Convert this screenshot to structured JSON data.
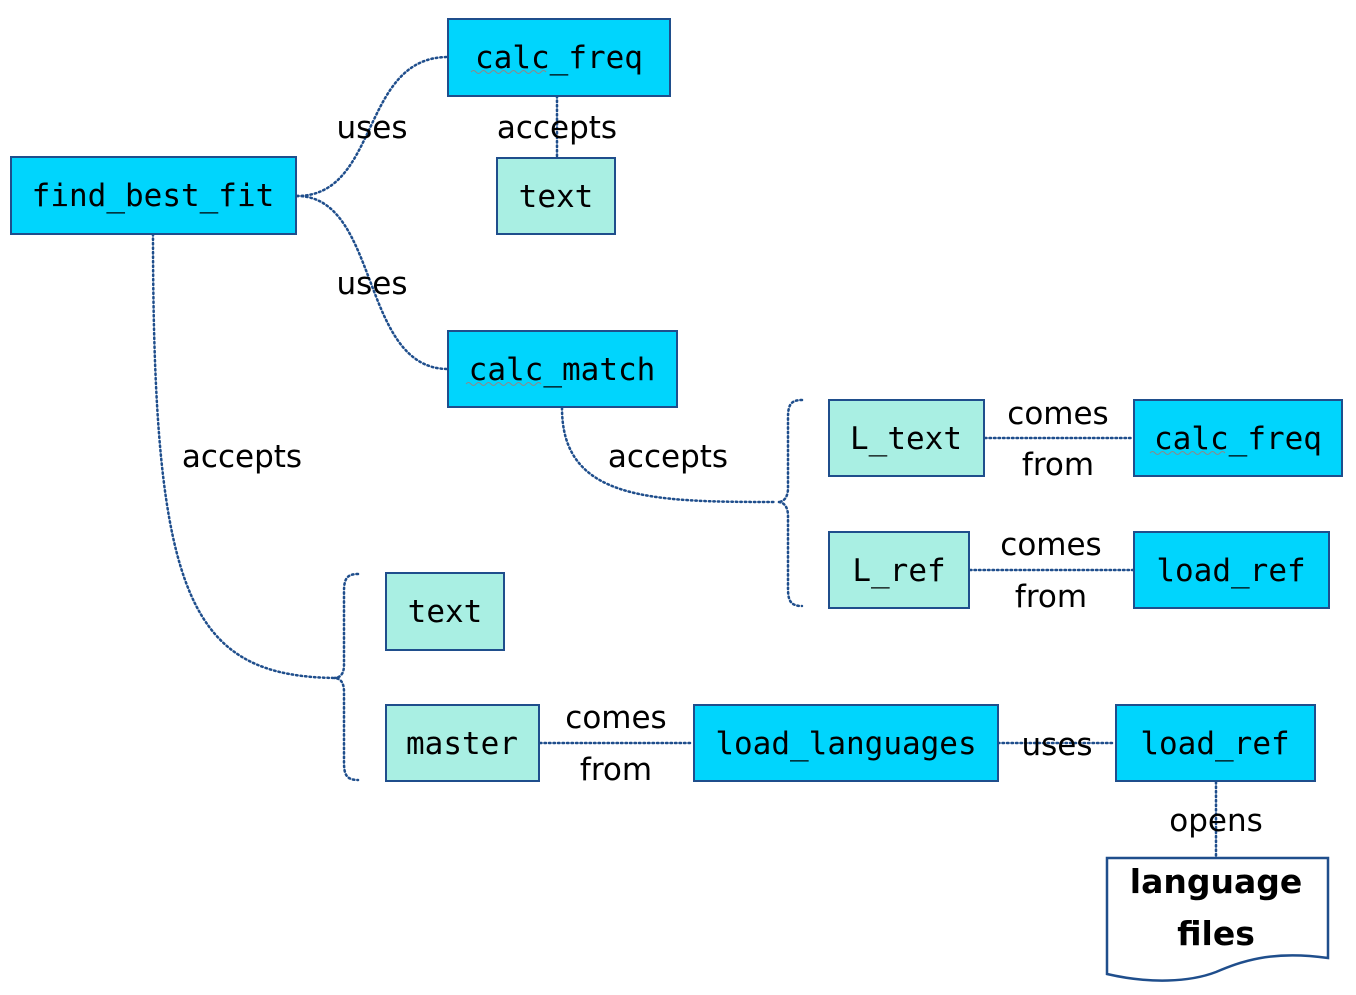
{
  "nodes": {
    "find_best_fit": "find_best_fit",
    "calc_freq_top": "calc_freq",
    "text_top": "text",
    "calc_match": "calc_match",
    "L_text": "L_text",
    "calc_freq_right": "calc_freq",
    "L_ref": "L_ref",
    "load_ref_right": "load_ref",
    "text_mid": "text",
    "master": "master",
    "load_languages": "load_languages",
    "load_ref_bottom": "load_ref"
  },
  "document": {
    "line1": "language",
    "line2": "files"
  },
  "edge_labels": {
    "uses_calc_freq": "uses",
    "accepts_text": "accepts",
    "uses_calc_match": "uses",
    "accepts_find_best_fit": "accepts",
    "accepts_calc_match": "accepts",
    "comes_L_text": "comes",
    "from_L_text": "from",
    "comes_L_ref": "comes",
    "from_L_ref": "from",
    "comes_master": "comes",
    "from_master": "from",
    "uses_load_ref": "uses",
    "opens": "opens"
  },
  "colors": {
    "function_box": "#00d5fd",
    "argument_box": "#a9efe3",
    "border": "#1f4e8c"
  }
}
